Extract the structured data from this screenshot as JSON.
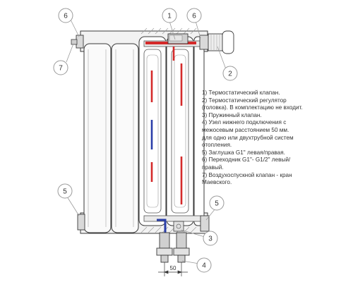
{
  "callouts": [
    {
      "num": "1"
    },
    {
      "num": "6"
    },
    {
      "num": "6"
    },
    {
      "num": "7"
    },
    {
      "num": "2"
    },
    {
      "num": "5"
    },
    {
      "num": "5"
    },
    {
      "num": "3"
    },
    {
      "num": "4"
    }
  ],
  "dimension": {
    "value": "50"
  },
  "legend": [
    "1) Термостатический клапан.",
    "2) Термостатический регулятор",
    "(головка). В комплектацию не входит.",
    "3) Пружинный клапан.",
    "4) Узел нижнего подключения с",
    "межосевым расстоянием 50 мм.",
    "для одно или двухтрубной систем",
    "отопления.",
    "5) Заглушка G1\" левая/правая.",
    "6) Переходник G1\"- G1/2\" левый/",
    "правый.",
    "7) Воздухоспускной клапан - кран",
    "Маевского."
  ],
  "colors": {
    "hot": "#d42a2a",
    "cold": "#2a3ea8",
    "callout": "#9a9a9a",
    "outline": "#3a3a3a"
  }
}
